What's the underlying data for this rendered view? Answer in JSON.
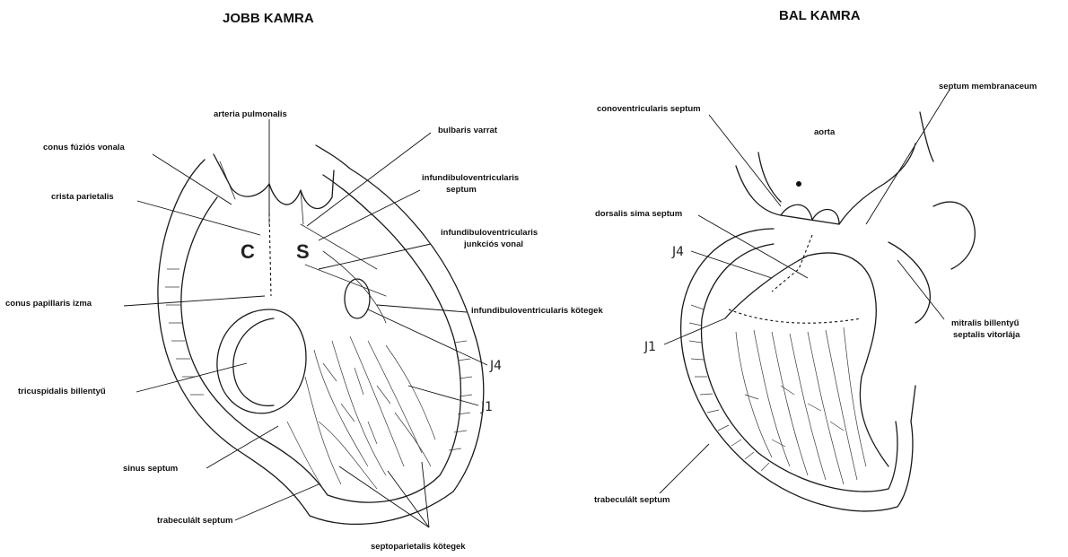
{
  "right_ventricle": {
    "title": "JOBB KAMRA",
    "labels": {
      "arteria_pulmonalis": "arteria pulmonalis",
      "bulbaris_varrat": "bulbaris varrat",
      "conus_fuzes": "conus fúziós vonala",
      "infundibulo_septum_1": "infundibuloventricularis",
      "infundibulo_septum_2": "septum",
      "crista_parietalis": "crista parietalis",
      "infundibulo_junkcio_1": "infundibuloventricularis",
      "infundibulo_junkcio_2": "junkciós vonal",
      "conus_papillaris": "conus papillaris izma",
      "infundibulo_kotegek": "infundibuloventricularis kötegek",
      "j4": "J4",
      "tricuspidalis": "tricuspidalis billentyű",
      "j1": "J1",
      "sinus_septum": "sinus septum",
      "trabecularis_septum": "trabeculált septum",
      "septoparietalis": "septoparietalis kötegek",
      "letter_c": "C",
      "letter_s": "S"
    }
  },
  "left_ventricle": {
    "title": "BAL KAMRA",
    "labels": {
      "septum_membranaceum": "septum membranaceum",
      "conoventricularis": "conoventricularis septum",
      "aorta": "aorta",
      "dorsalis_sima": "dorsalis sima septum",
      "j4": "J4",
      "j1": "J1",
      "mitralis_1": "mitralis billentyű",
      "mitralis_2": "septalis vitorlája",
      "trabecularis_septum": "trabeculált septum"
    }
  }
}
